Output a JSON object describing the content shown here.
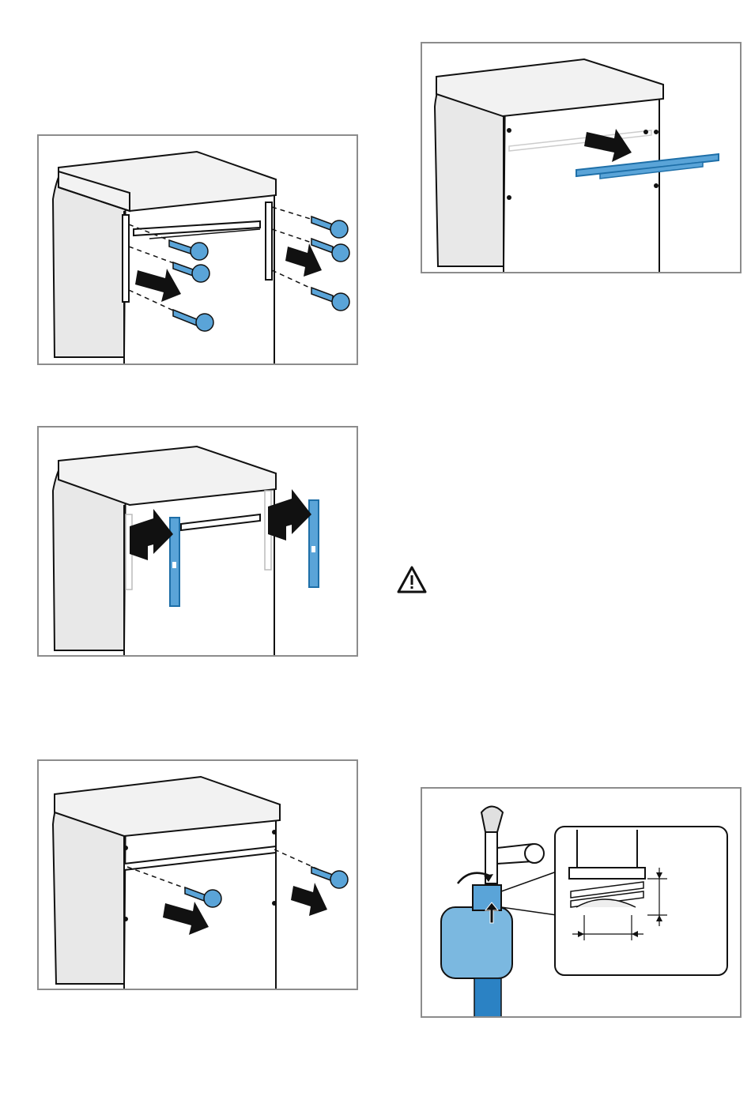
{
  "colors": {
    "accent_blue": "#5aa4d8",
    "accent_blue_dark": "#1e6fa8",
    "line": "#111111",
    "frame": "#8c8c8c",
    "appliance_side": "#e8e8e8"
  },
  "figures": [
    {
      "id": "remove-screws",
      "icons": [
        "dishwasher-icon",
        "screw-icon",
        "arrow-icon"
      ]
    },
    {
      "id": "remove-side-rails",
      "icons": [
        "dishwasher-icon",
        "rail-icon",
        "bent-arrow-icon"
      ]
    },
    {
      "id": "remove-rear-screws",
      "icons": [
        "dishwasher-icon",
        "screw-icon",
        "arrow-icon"
      ]
    },
    {
      "id": "remove-rear-rail",
      "icons": [
        "dishwasher-icon",
        "rail-icon",
        "arrow-icon"
      ]
    },
    {
      "id": "connect-hose-to-tap",
      "icons": [
        "tap-icon",
        "hose-icon",
        "thread-detail-icon"
      ]
    }
  ],
  "warning": {
    "icon": "warning-triangle-icon"
  }
}
